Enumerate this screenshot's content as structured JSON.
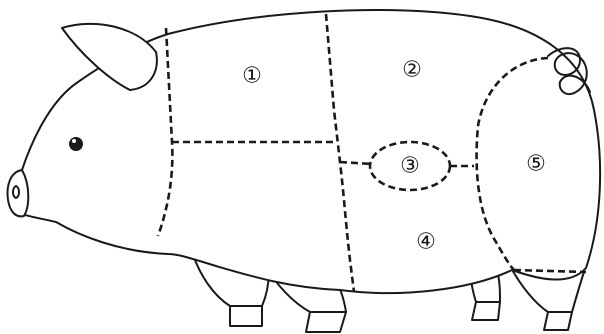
{
  "diagram": {
    "regions": [
      {
        "label": "①"
      },
      {
        "label": "②"
      },
      {
        "label": "③"
      },
      {
        "label": "④"
      },
      {
        "label": "⑤"
      }
    ]
  }
}
